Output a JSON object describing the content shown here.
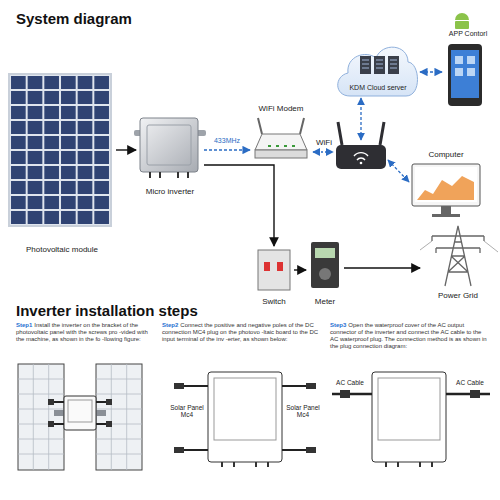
{
  "diagram": {
    "title": "System diagram",
    "nodes": [
      {
        "text": [
          "Photovoltaic module"
        ]
      },
      {
        "text": [
          "Micro inverter"
        ]
      },
      {
        "text": [
          "WiFi Modem"
        ]
      },
      {
        "text": [
          "KDM Cloud server"
        ]
      },
      {
        "text": [
          "APP Contorl"
        ]
      },
      {
        "text": [
          "Computer"
        ]
      },
      {
        "text": [
          "Switch"
        ]
      },
      {
        "text": [
          "Meter"
        ]
      },
      {
        "text": [
          "Power Grid"
        ]
      }
    ],
    "edges": [
      {
        "from": 0,
        "to": 1,
        "arrow": "to"
      },
      {
        "from": 1,
        "to": 2,
        "label": "433MHz",
        "arrow": "to"
      },
      {
        "from": 1,
        "to": 6,
        "arrow": "to"
      },
      {
        "from": 6,
        "to": 7,
        "arrow": "to"
      },
      {
        "from": 7,
        "to": 8,
        "arrow": "to"
      },
      {
        "from": 3,
        "to": 4,
        "arrow": "both"
      }
    ],
    "labels": [
      "WiFi",
      "Inverter installation steps",
      "Step1",
      "Install the inverter on the bracket of the photovoltaic panel with the screws pro -vided with the machine, as shown in the fo -llowing figure:",
      "Step2",
      "Connect the positive and negative poles of the DC connection MC4 plug on the photovo -ltaic board to the DC input terminal of the inv -erter, as shown below:",
      "Step3",
      "Open the waterproof cover of the AC output connector of the inverter and connect the AC cable to the AC waterproof plug. The connection method is as shown in the plug connection diagram:",
      "Solar Panel Mc4",
      "Solar Panel Mc4",
      "AC Cable",
      "AC Cable"
    ]
  }
}
